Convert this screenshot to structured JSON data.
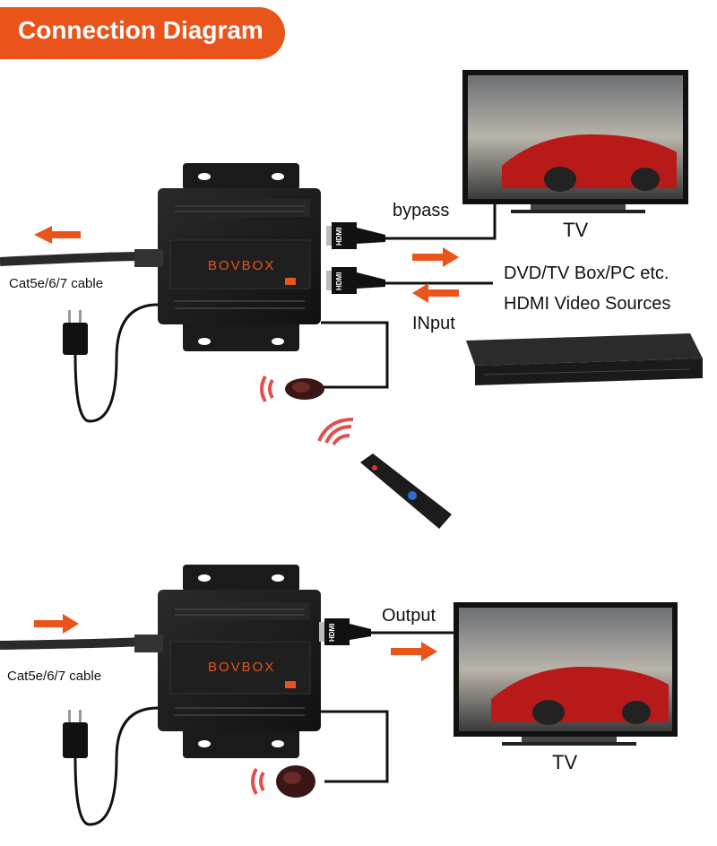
{
  "title": "Connection Diagram",
  "top": {
    "cable_label": "Cat5e/6/7 cable",
    "bypass_label": "bypass",
    "tv_label": "TV",
    "source_label_1": "DVD/TV Box/PC etc.",
    "source_label_2": "HDMI Video Sources",
    "input_label": "INput",
    "hdmi_label": "HDMI",
    "brand": "BOVBOX"
  },
  "bottom": {
    "cable_label": "Cat5e/6/7 cable",
    "output_label": "Output",
    "tv_label": "TV",
    "hdmi_label": "HDMI",
    "brand": "BOVBOX"
  },
  "colors": {
    "accent": "#e8541a",
    "device": "#1b1b1b",
    "cable": "#222222"
  }
}
